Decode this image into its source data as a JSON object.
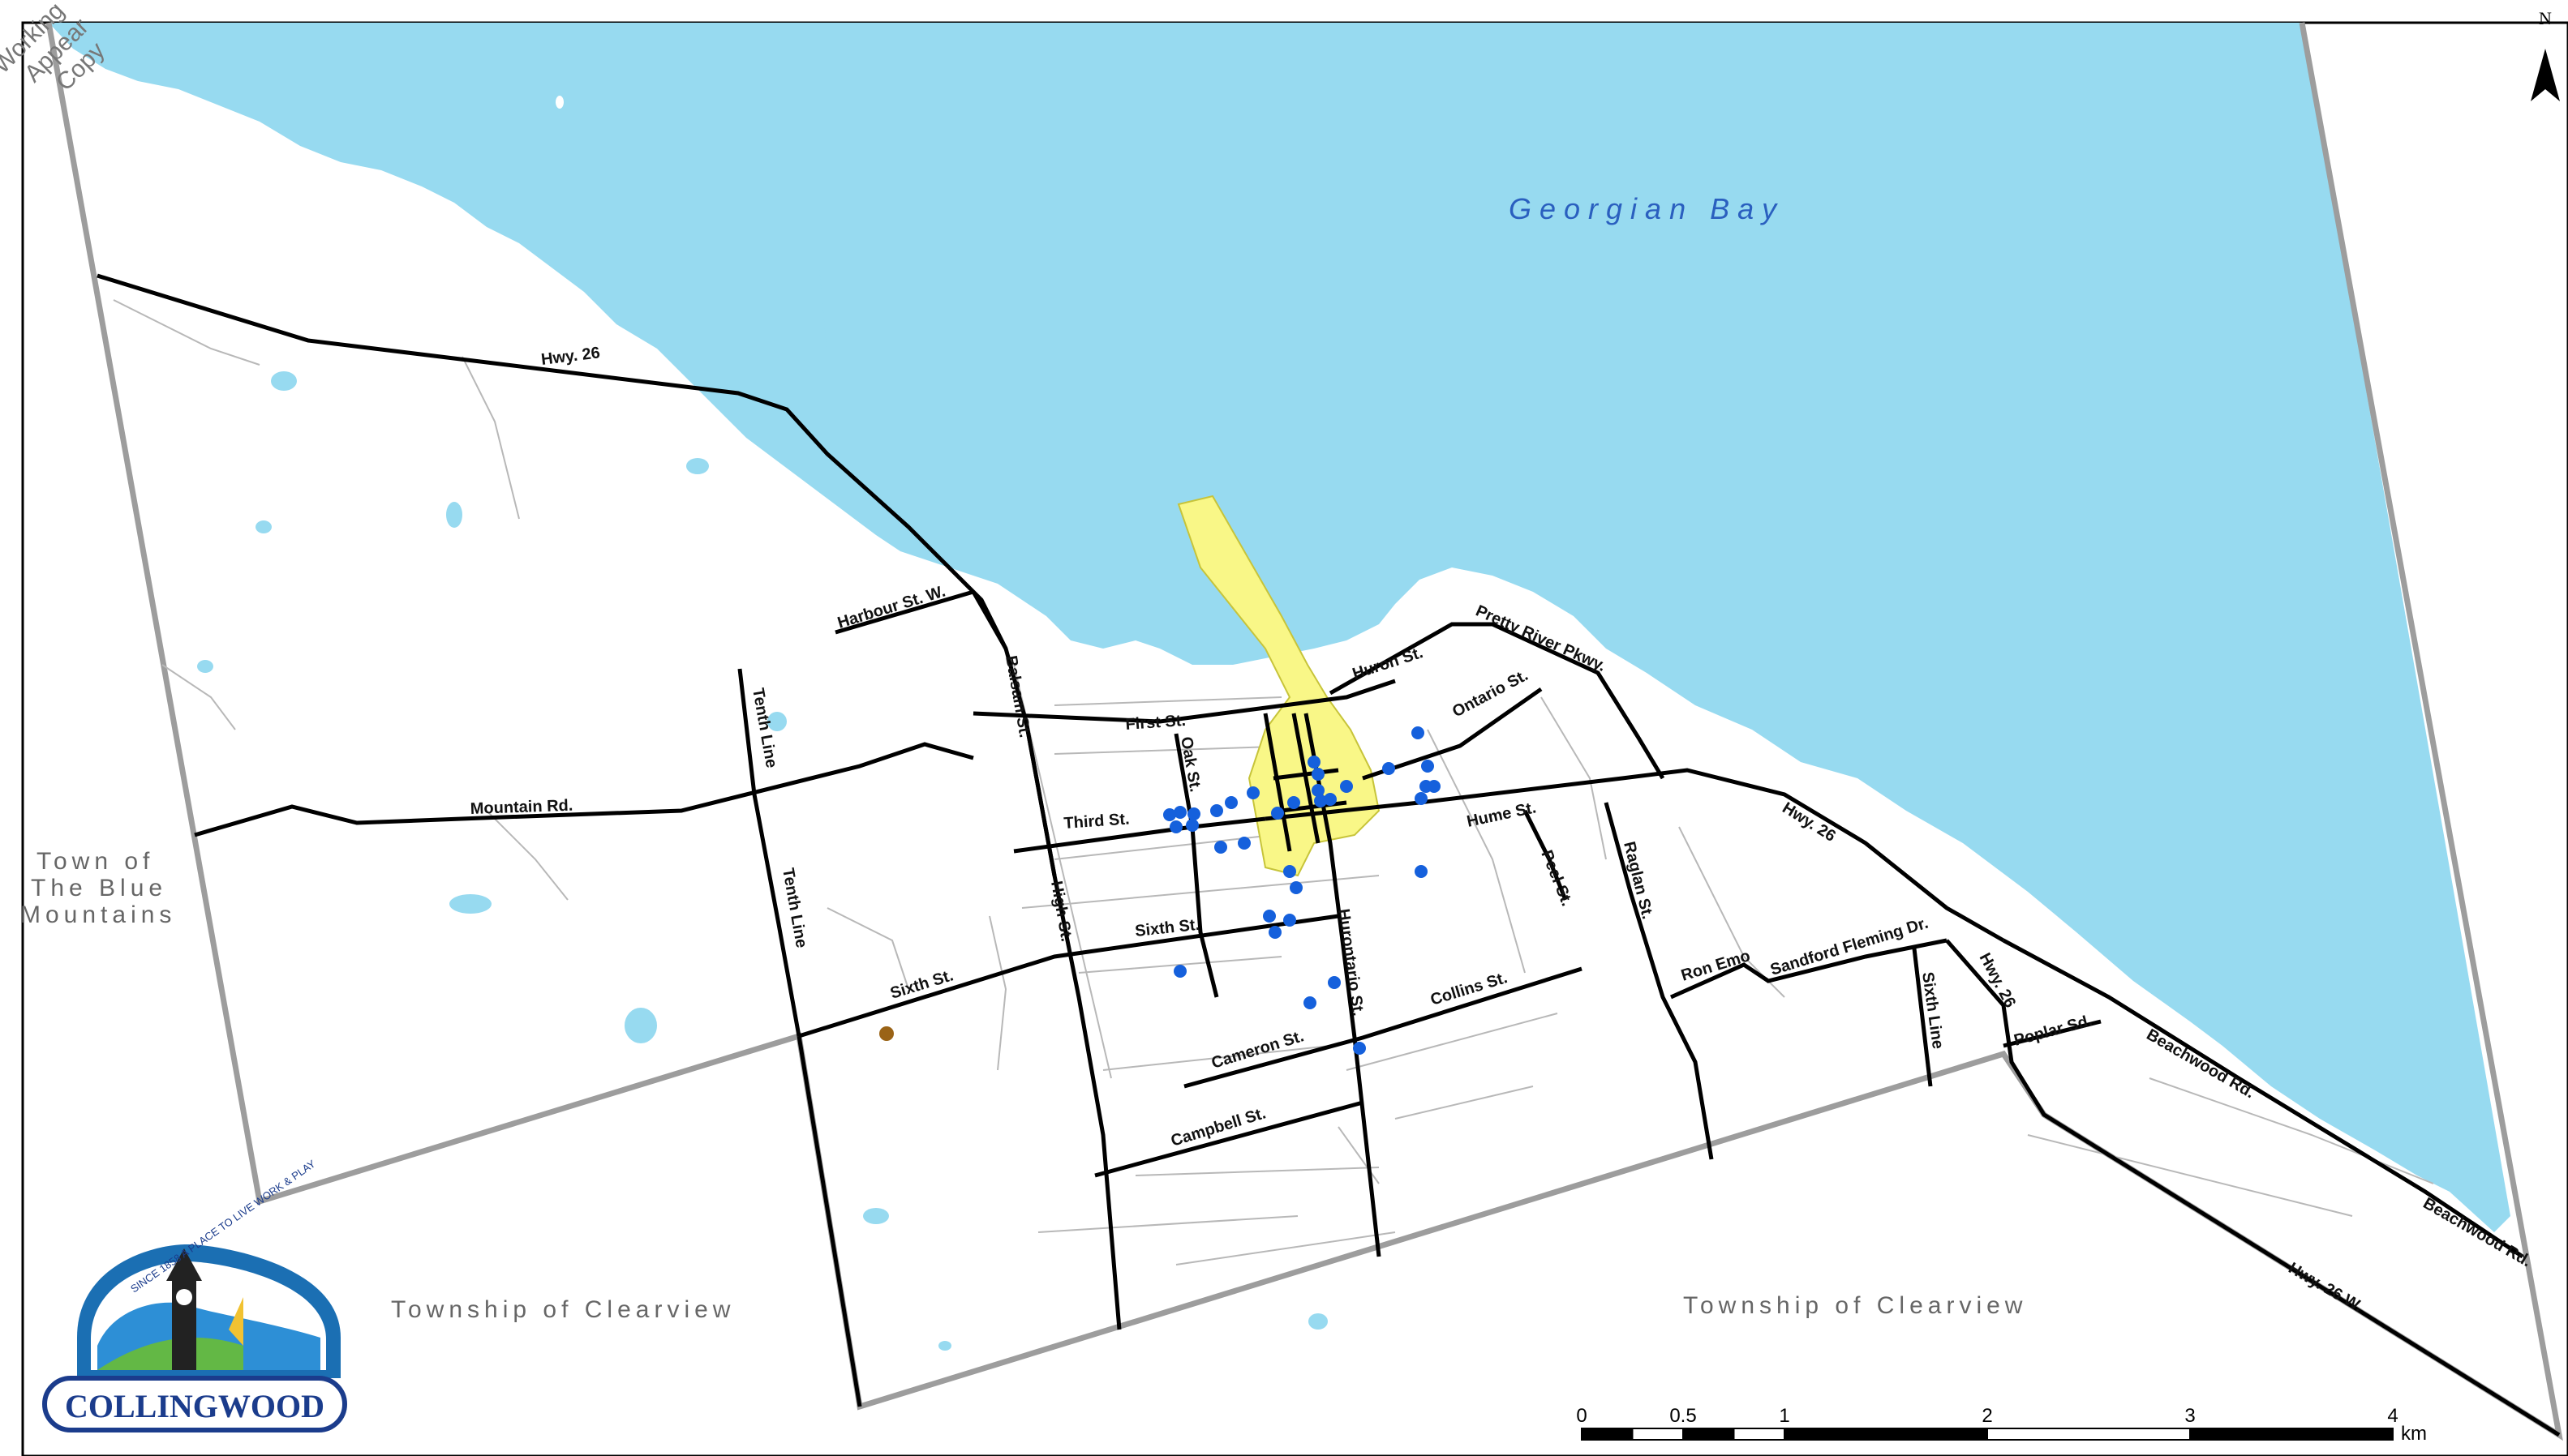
{
  "water": {
    "name": "Georgian Bay"
  },
  "regions": {
    "blue_mountains": [
      "Town of",
      "The Blue",
      "Mountains"
    ],
    "clearview_west": "Township of Clearview",
    "clearview_east": "Township of Clearview"
  },
  "roads": {
    "hwy26_nw": "Hwy. 26",
    "harbour_w": "Harbour St. W.",
    "balsam": "Balsam St.",
    "tenth_line_n": "Tenth Line",
    "mountain_rd": "Mountain Rd.",
    "first_st": "First St.",
    "oak_st": "Oak St.",
    "third_st": "Third St.",
    "huron_st": "Huron St.",
    "pretty_river": "Pretty River Pkwy.",
    "ontario_st": "Ontario St.",
    "hume_st": "Hume St.",
    "tenth_line_s": "Tenth Line",
    "sixth_st_w": "Sixth St.",
    "high_st": "High St.",
    "sixth_st": "Sixth St.",
    "hurontario": "Hurontario St.",
    "peel_st": "Peel St.",
    "raglan_st": "Raglan St.",
    "hwy26_ne": "Hwy. 26",
    "collins_st": "Collins St.",
    "cameron_st": "Cameron St.",
    "campbell_st": "Campbell St.",
    "ron_emo": "Ron Emo",
    "sandford": "Sandford Fleming Dr.",
    "sixth_line": "Sixth Line",
    "hwy26_e": "Hwy. 26",
    "poplar": "Poplar Sd.",
    "beachwood_1": "Beachwood Rd.",
    "beachwood_2": "Beachwood Rd.",
    "hwy26_w": "Hwy. 26 W."
  },
  "north_arrow": {
    "label": "N"
  },
  "scale_bar": {
    "ticks": [
      "0",
      "0.5",
      "1",
      "2",
      "3",
      "4"
    ],
    "unit": "km"
  },
  "logo": {
    "name": "COLLINGWOOD",
    "ring_text": "SINCE 1858 A PLACE TO LIVE WORK & PLAY"
  },
  "watermark": [
    "Working",
    "Appear",
    "Copy"
  ],
  "colors": {
    "water": "#97daf0",
    "highlight": "#f9f787",
    "points": "#1560dc",
    "special_point": "#9a6316",
    "boundary": "#9d9d9d"
  }
}
